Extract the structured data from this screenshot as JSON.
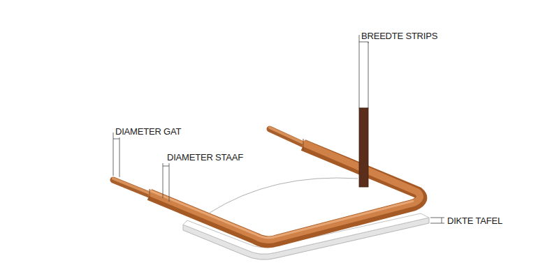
{
  "diagram": {
    "labels": [
      "BREEDTE STRIPS",
      "DIAMETER GAT",
      "DIAMETER STAAF",
      "DIKTE TAFEL"
    ]
  }
}
